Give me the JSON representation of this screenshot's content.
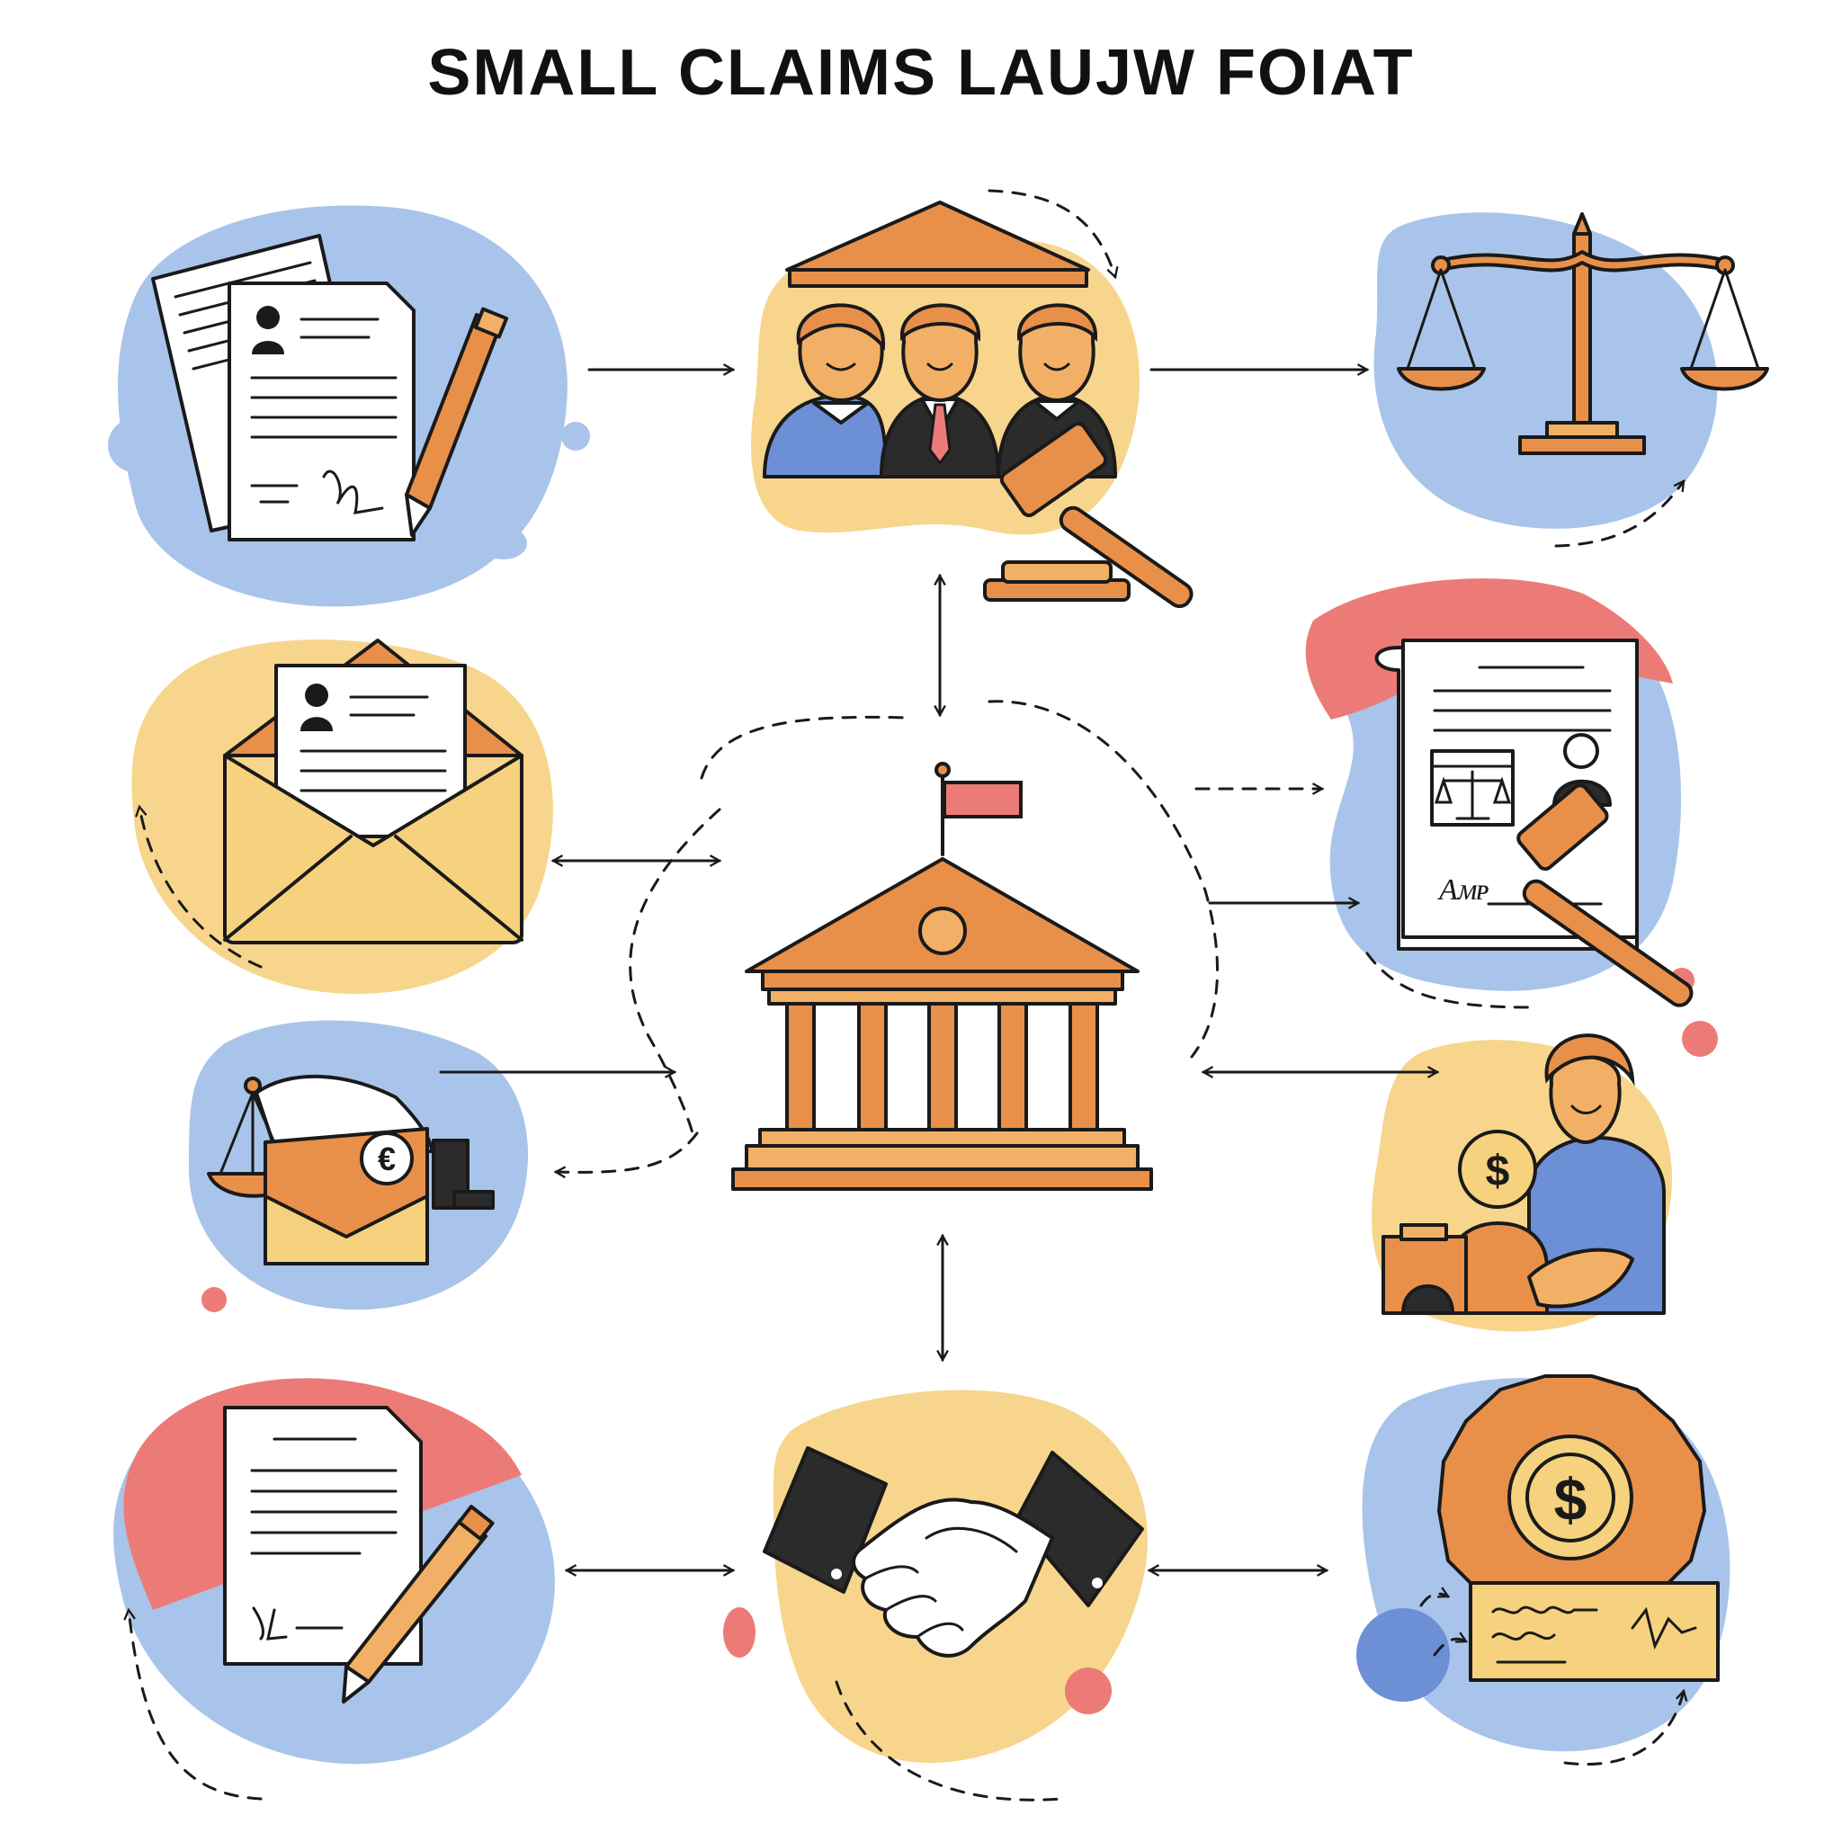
{
  "title": "SMALL CLAIMS LAUJW FOIAT",
  "colors": {
    "blob_blue": "#A9C4EA",
    "blob_yellow": "#F7D58C",
    "blob_red": "#EC7B78",
    "accent_orange": "#E8904A",
    "ink": "#1a1a1a"
  },
  "nodes": [
    {
      "id": "court-building",
      "icon": "courthouse-icon"
    },
    {
      "id": "file-claim",
      "icon": "document-pen-icon"
    },
    {
      "id": "hearing",
      "icon": "judges-gavel-icon"
    },
    {
      "id": "justice",
      "icon": "scales-of-justice-icon"
    },
    {
      "id": "notice",
      "icon": "envelope-letter-icon"
    },
    {
      "id": "judgment",
      "icon": "legal-document-gavel-icon"
    },
    {
      "id": "fees",
      "icon": "scales-envelope-euro-icon"
    },
    {
      "id": "payment",
      "icon": "people-dollar-icon"
    },
    {
      "id": "agreement",
      "icon": "signed-document-icon"
    },
    {
      "id": "settlement",
      "icon": "handshake-icon"
    },
    {
      "id": "collection",
      "icon": "gear-dollar-check-icon"
    }
  ],
  "labels": {
    "judgment_signature": "Aᴍᴘ",
    "agreement_signature": "ℐd",
    "file_signature": "ℐ√"
  }
}
